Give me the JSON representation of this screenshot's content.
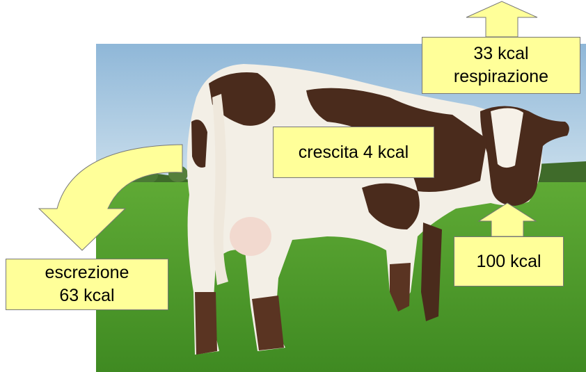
{
  "diagram": {
    "colors": {
      "box_fill": "#ffff99",
      "box_border": "#777777",
      "sky": "#a9cbe3",
      "grass": "#4f9a2b",
      "cow_white": "#f3efe6",
      "cow_brown": "#4a2b1c"
    },
    "photo": {
      "subject": "cow-in-field"
    },
    "labels": {
      "respiration": "33 kcal\nrespirazione",
      "growth": "crescita 4 kcal",
      "input": "100 kcal",
      "excretion": "escrezione\n63 kcal"
    }
  }
}
